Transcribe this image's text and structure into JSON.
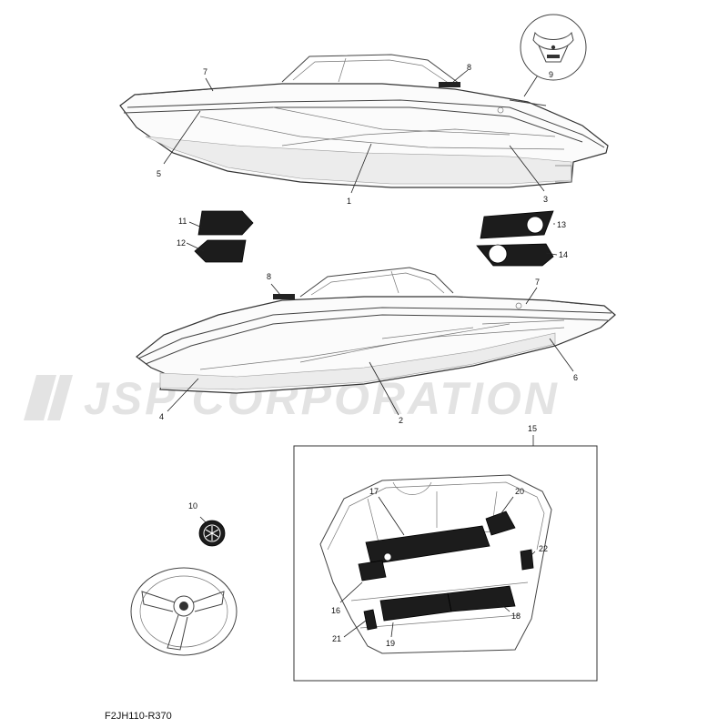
{
  "watermark": "JSP CORPORATION",
  "figure_code": "F2JH110-R370",
  "callouts": {
    "c1": "1",
    "c2": "2",
    "c3": "3",
    "c4": "4",
    "c5": "5",
    "c6": "6",
    "c7a": "7",
    "c7b": "7",
    "c8a": "8",
    "c8b": "8",
    "c9": "9",
    "c10": "10",
    "c11": "11",
    "c12": "12",
    "c13": "13",
    "c14": "14",
    "c15": "15",
    "c16": "16",
    "c17": "17",
    "c18": "18",
    "c19": "19",
    "c20": "20",
    "c21": "21",
    "c22": "22"
  }
}
